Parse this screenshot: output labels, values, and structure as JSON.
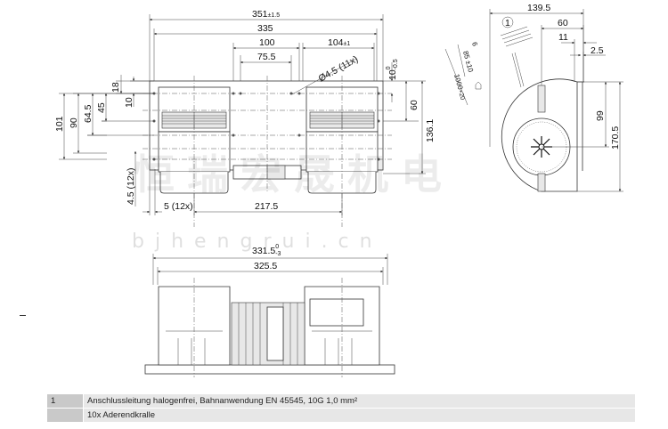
{
  "watermark": {
    "chinese": "恒瑞宏晟机电",
    "url": "bjhengrui.cn"
  },
  "top_view": {
    "dims": {
      "overall_width": "351",
      "overall_width_tol": "±1.5",
      "width_335": "335",
      "width_100": "100",
      "width_75_5": "75.5",
      "width_104": "104",
      "width_104_tol": "±1",
      "hole": "Ø4.5 (11x)",
      "h101": "101",
      "h90": "90",
      "h64_5": "64.5",
      "h45": "45",
      "h18": "18",
      "h10": "10",
      "slot_4_5": "4.5 (12x)",
      "slot_5": "5 (12x)",
      "w217_5": "217.5",
      "r10": "10",
      "r10_tol_upper": "0",
      "r10_tol_lower": "-0.5",
      "r60": "60",
      "r136_1": "136.1"
    }
  },
  "side_view": {
    "callout": "1",
    "dims": {
      "w139_5": "139.5",
      "w60": "60",
      "w11": "11",
      "w2_5": "2.5",
      "c6": "6",
      "c85": "85 ±10",
      "c1000": "1000",
      "c1000_tol": "+20",
      "h99": "99",
      "h170_5": "170.5"
    }
  },
  "bottom_view": {
    "dims": {
      "w331_5": "331.5",
      "w331_5_tol_upper": "0",
      "w331_5_tol_lower": "-3",
      "w325_5": "325.5"
    }
  },
  "legend": [
    {
      "num": "1",
      "text": "Anschlussleitung halogenfrei, Bahnanwendung EN 45545, 10G 1,0 mm²"
    },
    {
      "num": "",
      "text": "10x Aderendkralle"
    }
  ]
}
